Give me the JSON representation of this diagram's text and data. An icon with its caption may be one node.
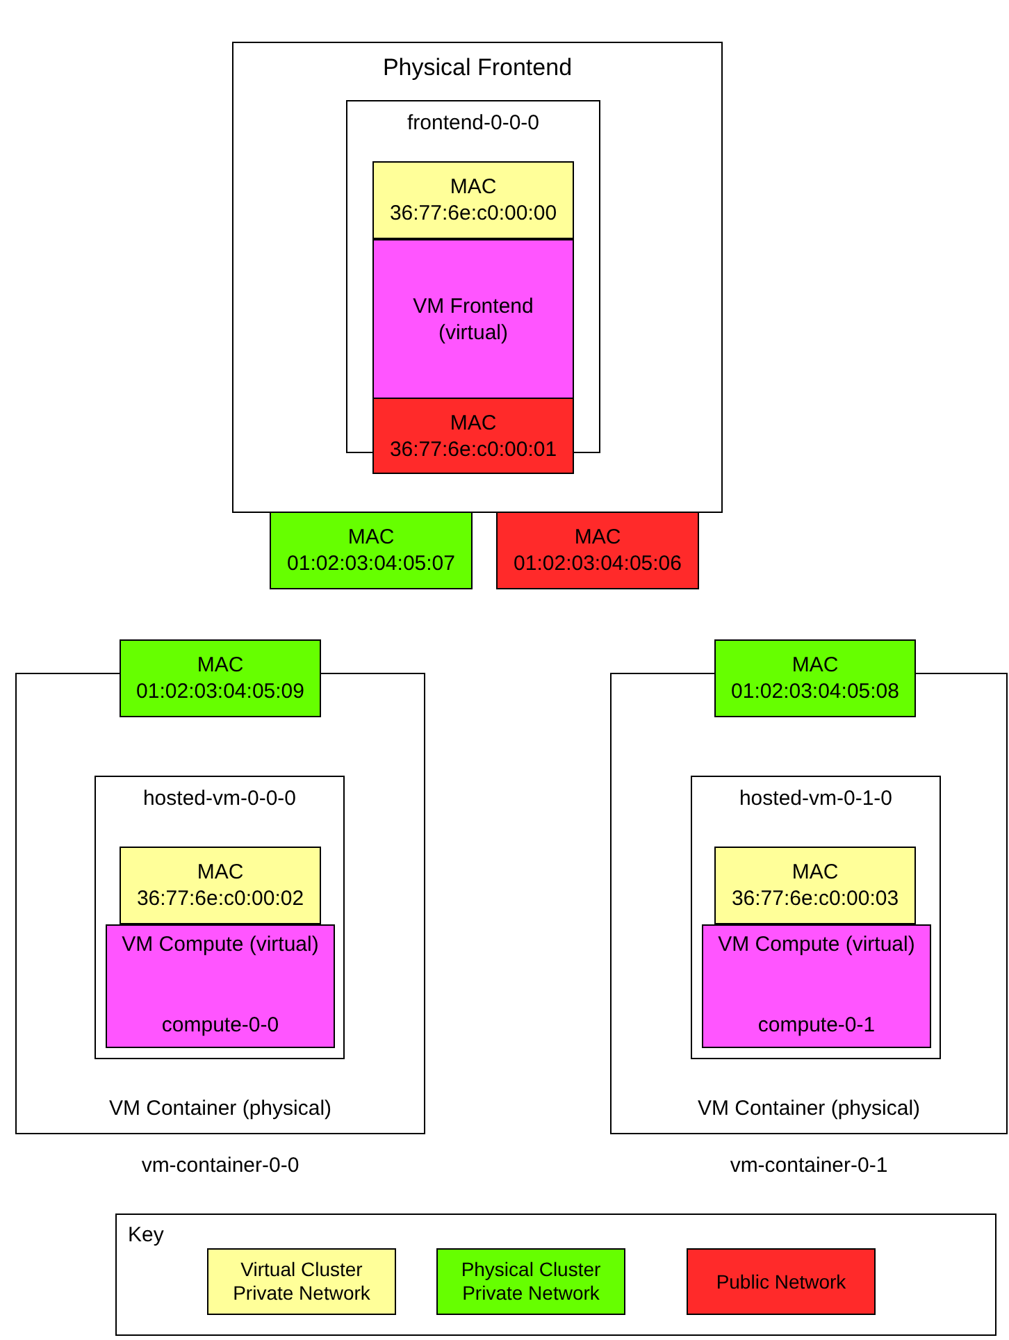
{
  "diagram": {
    "nodes": [
      {
        "text": [
          "Physical Frontend"
        ]
      },
      {
        "text": [
          "frontend-0-0-0"
        ],
        "in": 0
      },
      {
        "text": [
          "VM Frontend (virtual)"
        ],
        "in": 1
      },
      {
        "text": [
          "MAC 36:77:6e:c0:00:00"
        ],
        "in": 1
      },
      {
        "text": [
          "MAC 36:77:6e:c0:00:01"
        ],
        "in": 0
      },
      {
        "text": [
          "MAC 01:02:03:04:05:07"
        ]
      },
      {
        "text": [
          "MAC 01:02:03:04:05:06"
        ]
      },
      {
        "text": [
          "VM Container (physical)"
        ],
        "beside": [
          "vm-container-0-0"
        ]
      },
      {
        "text": [
          "MAC 01:02:03:04:05:09"
        ]
      },
      {
        "text": [
          "hosted-vm-0-0-0"
        ],
        "in": 7
      },
      {
        "text": [
          "VM Compute (virtual)",
          "compute-0-0"
        ],
        "in": 9
      },
      {
        "text": [
          "MAC 36:77:6e:c0:00:02"
        ],
        "in": 9
      },
      {
        "text": [
          "VM Container (physical)"
        ],
        "beside": [
          "vm-container-0-1"
        ]
      },
      {
        "text": [
          "MAC 01:02:03:04:05:08"
        ]
      },
      {
        "text": [
          "hosted-vm-0-1-0"
        ],
        "in": 12
      },
      {
        "text": [
          "VM Compute (virtual)",
          "compute-0-1"
        ],
        "in": 14
      },
      {
        "text": [
          "MAC 36:77:6e:c0:00:03"
        ],
        "in": 14
      }
    ],
    "labels": [
      "Key"
    ],
    "legend": [
      {
        "text": "Virtual Cluster Private Network",
        "color": "#ffff99"
      },
      {
        "text": "Physical Cluster Private Network",
        "color": "#66ff00"
      },
      {
        "text": "Public Network",
        "color": "#ff2a2a"
      }
    ]
  }
}
